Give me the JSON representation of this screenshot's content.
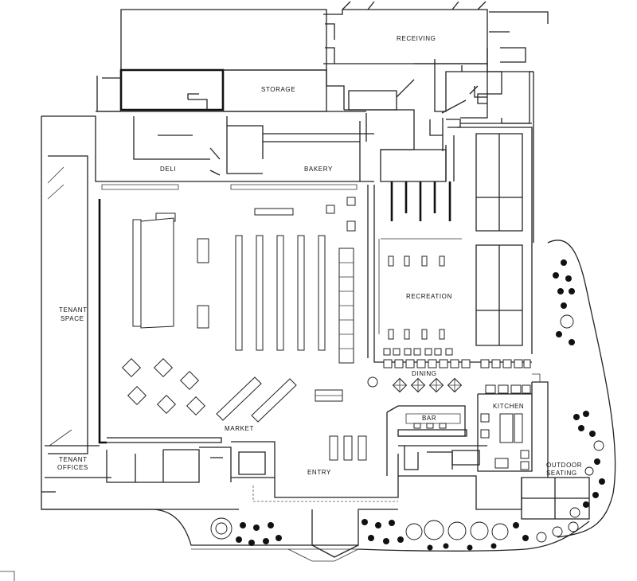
{
  "labels": {
    "receiving": "RECEIVING",
    "storage": "STORAGE",
    "deli": "DELI",
    "bakery": "BAKERY",
    "tenant_space_1": "TENANT",
    "tenant_space_2": "SPACE",
    "recreation": "RECREATION",
    "dining": "DINING",
    "kitchen": "KITCHEN",
    "bar": "BAR",
    "market": "MARKET",
    "entry": "ENTRY",
    "tenant_offices_1": "TENANT",
    "tenant_offices_2": "OFFICES",
    "outdoor_seating_1": "OUTDOOR",
    "outdoor_seating_2": "SEATING"
  }
}
